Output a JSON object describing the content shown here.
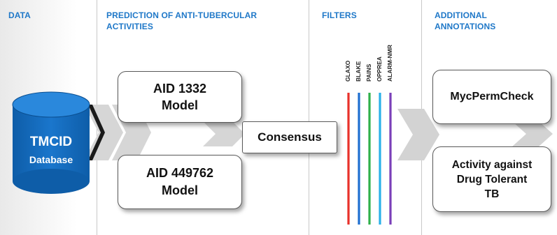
{
  "panels": {
    "data_title": "DATA",
    "prediction_title_line1": "PREDICTION OF ANTI-TUBERCULAR",
    "prediction_title_line2": "ACTIVITIES",
    "filters_title": "FILTERS",
    "annotations_title_line1": "ADDITIONAL",
    "annotations_title_line2": "ANNOTATIONS"
  },
  "database": {
    "name": "TMCID",
    "label": "Database",
    "color": "#1a6fc0"
  },
  "models": [
    {
      "line1": "AID 1332",
      "line2": "Model"
    },
    {
      "line1": "AID 449762",
      "line2": "Model"
    }
  ],
  "consensus": {
    "label": "Consensus"
  },
  "filters": [
    {
      "name": "GLAXO",
      "color": "#e8312b"
    },
    {
      "name": "BLAKE",
      "color": "#1f6fd0"
    },
    {
      "name": "PAINS",
      "color": "#2fb04a"
    },
    {
      "name": "OPPREA",
      "color": "#2ab0e8"
    },
    {
      "name": "ALARM-NMR",
      "color": "#7a3fb8"
    }
  ],
  "annotations": [
    {
      "line1": "MycPermCheck"
    },
    {
      "line1": "Activity against",
      "line2": "Drug Tolerant",
      "line3": "TB"
    }
  ],
  "colors": {
    "title_blue": "#1f78c8",
    "arrow_gray": "#d2d2d2"
  }
}
